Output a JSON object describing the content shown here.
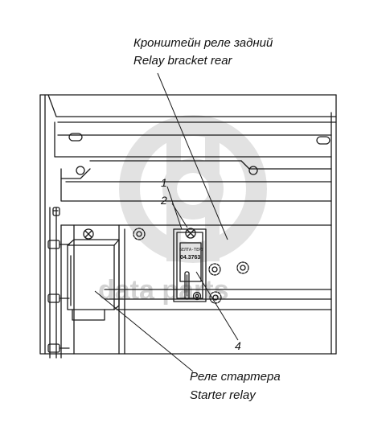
{
  "callouts": {
    "bracket_ru": "Кронштейн реле задний",
    "bracket_en": "Relay  bracket rear",
    "starter_ru": "Реле стартера",
    "starter_en": "Starter relay"
  },
  "position_numbers": {
    "n1": "1",
    "n2": "2",
    "n4": "4"
  },
  "relay_markings": {
    "line1": "БЕЛТА-ТЕРУ",
    "line2": "04.3763"
  },
  "watermark": {
    "text": "data parts"
  },
  "colors": {
    "line": "#1a1a1a",
    "watermark": "#d2d2d2",
    "background": "#ffffff"
  },
  "icons": [
    "screw-head-icon",
    "bolt-icon",
    "watermark-logo-icon"
  ]
}
